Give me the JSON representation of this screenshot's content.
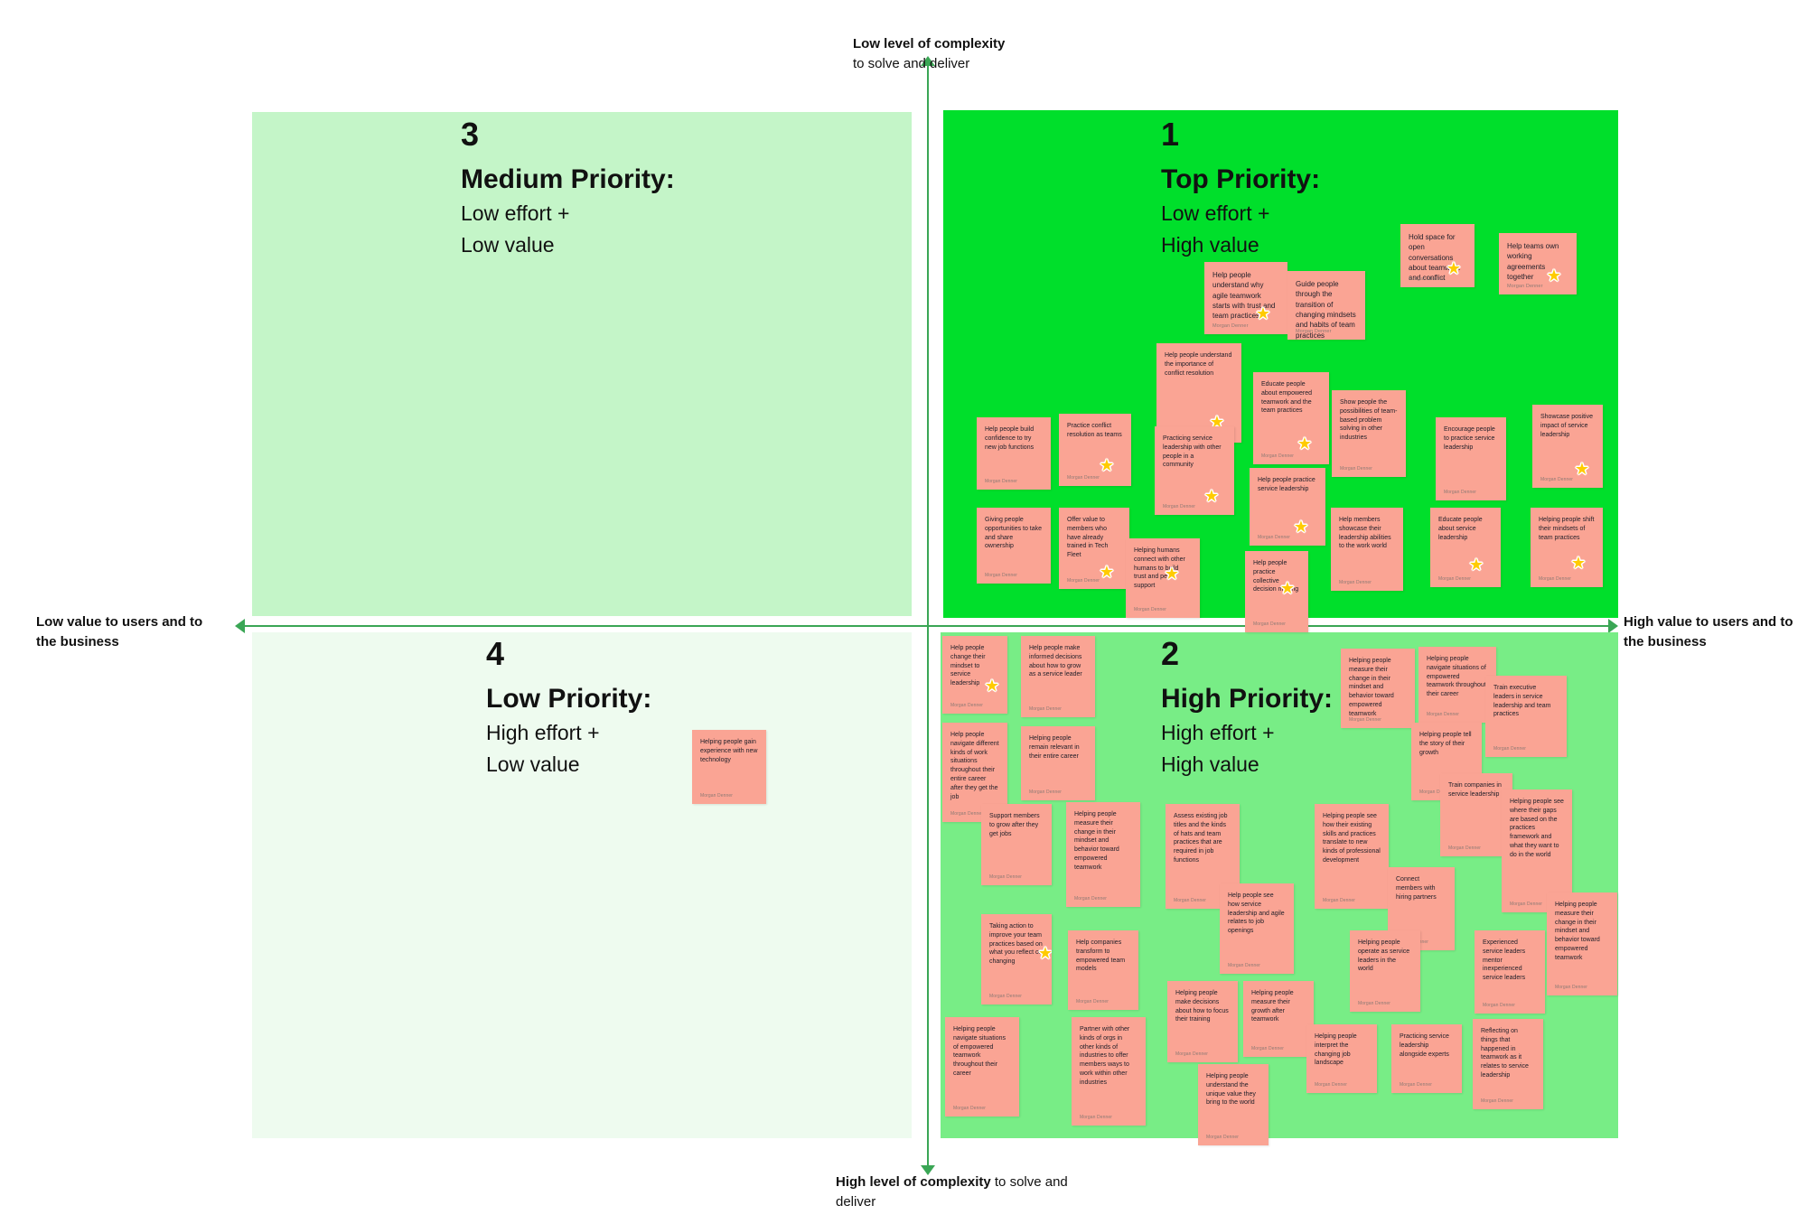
{
  "axes": {
    "top": {
      "bold": "Low level of complexity",
      "rest": "to solve and deliver"
    },
    "bottom": {
      "bold": "High level of complexity",
      "rest": "to solve and deliver"
    },
    "left": {
      "text": "Low value to users and to the business"
    },
    "right": {
      "text": "High value to users and to the business"
    }
  },
  "author": "Morgan Denner",
  "star_glyph": "★",
  "colors": {
    "quadrant_top_priority": "#00df2b",
    "quadrant_high_priority": "#78ed86",
    "quadrant_medium_priority": "#c4f5c8",
    "quadrant_low_priority": "#eefbef",
    "note": "#faa494",
    "axis": "#3aa655",
    "star": "#ffcb00"
  },
  "quadrants": [
    {
      "id": "q3",
      "number": "3",
      "title": "Medium Priority:",
      "line1": "Low effort +",
      "line2": "Low value"
    },
    {
      "id": "q1",
      "number": "1",
      "title": "Top Priority:",
      "line1": "Low effort +",
      "line2": "High value"
    },
    {
      "id": "q4",
      "number": "4",
      "title": "Low Priority:",
      "line1": "High effort +",
      "line2": "Low value"
    },
    {
      "id": "q2",
      "number": "2",
      "title": "High Priority:",
      "line1": "High effort +",
      "line2": "High value"
    }
  ],
  "notes": {
    "q1": [
      {
        "text": "Help people understand why agile teamwork starts with trust and team practices",
        "star": true
      },
      {
        "text": "Guide people through the transition of changing mindsets and habits of team practices",
        "star": false
      },
      {
        "text": "Hold space for open conversations about teamwork and conflict",
        "star": true
      },
      {
        "text": "Help teams own working agreements together",
        "star": true
      },
      {
        "text": "Help people understand the importance of conflict resolution",
        "star": true
      },
      {
        "text": "Educate people about empowered teamwork and the team practices",
        "star": true
      },
      {
        "text": "Show people the possibilities of team-based problem solving in other industries",
        "star": true
      },
      {
        "text": "Encourage people to practice service leadership",
        "star": false
      },
      {
        "text": "Showcase positive impact of service leadership",
        "star": true
      },
      {
        "text": "Help people build confidence to try new job functions",
        "star": false
      },
      {
        "text": "Practice conflict resolution as teams",
        "star": true
      },
      {
        "text": "Practicing service leadership with other people in a community",
        "star": true
      },
      {
        "text": "Help people practice service leadership",
        "star": true
      },
      {
        "text": "Giving people opportunities to take and share ownership",
        "star": false
      },
      {
        "text": "Offer value to members who have already trained in Tech Fleet",
        "star": true
      },
      {
        "text": "Helping humans connect with other humans to build trust and peer support",
        "star": true
      },
      {
        "text": "Help people practice collective decision making",
        "star": true
      },
      {
        "text": "Help members showcase their leadership abilities to the work world",
        "star": false
      },
      {
        "text": "Educate people about service leadership",
        "star": true
      },
      {
        "text": "Helping people shift their mindsets of team practices",
        "star": true
      }
    ],
    "q2": [
      {
        "text": "Help people change their mindset to service leadership",
        "star": true
      },
      {
        "text": "Help people make informed decisions about how to grow as a service leader",
        "star": false
      },
      {
        "text": "Help people navigate different kinds of work situations throughout their entire career after they get the job",
        "star": false
      },
      {
        "text": "Helping people remain relevant in their entire career",
        "star": false
      },
      {
        "text": "Helping people measure their change in their mindset and behavior toward empowered teamwork",
        "star": false
      },
      {
        "text": "Helping people navigate situations of empowered teamwork throughout their career",
        "star": false
      },
      {
        "text": "Train executive leaders in service leadership and team practices",
        "star": false
      },
      {
        "text": "Helping people tell the story of their growth",
        "star": false
      },
      {
        "text": "Train companies in service leadership",
        "star": false
      },
      {
        "text": "Support members to grow after they get jobs",
        "star": false
      },
      {
        "text": "Helping people measure their change in their mindset and behavior toward empowered teamwork",
        "star": false
      },
      {
        "text": "Assess existing job titles and the kinds of hats and team practices that are required in job functions",
        "star": false
      },
      {
        "text": "Helping people see how their existing skills and practices translate to new kinds of professional development",
        "star": false
      },
      {
        "text": "Helping people see where their gaps are based on the practices framework and what they want to do in the world",
        "star": false
      },
      {
        "text": "Help people see how service leadership and agile relates to job openings",
        "star": false
      },
      {
        "text": "Connect members with hiring partners",
        "star": false
      },
      {
        "text": "Helping people measure their change in their mindset and behavior toward empowered teamwork",
        "star": false
      },
      {
        "text": "Taking action to improve your team practices based on what you reflect on changing",
        "star": true
      },
      {
        "text": "Help companies transform to empowered team models",
        "star": false
      },
      {
        "text": "Helping people operate as service leaders in the world",
        "star": false
      },
      {
        "text": "Experienced service leaders mentor inexperienced service leaders",
        "star": false
      },
      {
        "text": "Helping people navigate situations of empowered teamwork throughout their career",
        "star": false
      },
      {
        "text": "Partner with other kinds of orgs in other kinds of industries to offer members ways to work within other industries",
        "star": false
      },
      {
        "text": "Helping people make decisions about how to focus their training",
        "star": false
      },
      {
        "text": "Helping people measure their growth after teamwork",
        "star": false
      },
      {
        "text": "Helping people interpret the changing job landscape",
        "star": false
      },
      {
        "text": "Practicing service leadership alongside experts",
        "star": false
      },
      {
        "text": "Reflecting on things that happened in teamwork as it relates to service leadership",
        "star": false
      },
      {
        "text": "Helping people understand the unique value they bring to the world",
        "star": false
      }
    ],
    "q3": [],
    "q4": [
      {
        "text": "Helping people gain experience with new technology",
        "star": false
      }
    ]
  }
}
